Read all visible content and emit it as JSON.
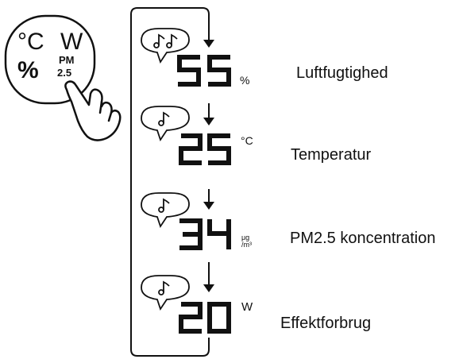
{
  "button": {
    "label_row1_left": "°C",
    "label_row1_right": "W",
    "label_row2_left": "%",
    "label_row2_right_top": "PM",
    "label_row2_right_bottom": "2.5"
  },
  "steps": [
    {
      "beeps": 2,
      "value": "55",
      "unit": "%",
      "label": "Luftfugtighed"
    },
    {
      "beeps": 1,
      "value": "25",
      "unit": "°C",
      "label": "Temperatur"
    },
    {
      "beeps": 1,
      "value": "34",
      "unit_top": "μg",
      "unit_bottom": "/m³",
      "label": "PM2.5 koncentration"
    },
    {
      "beeps": 1,
      "value": "20",
      "unit": "W",
      "label": "Effektforbrug"
    }
  ],
  "icons": [
    "speech-bubble-icon",
    "music-note-icon",
    "down-arrow-icon",
    "tap-hand-icon"
  ]
}
